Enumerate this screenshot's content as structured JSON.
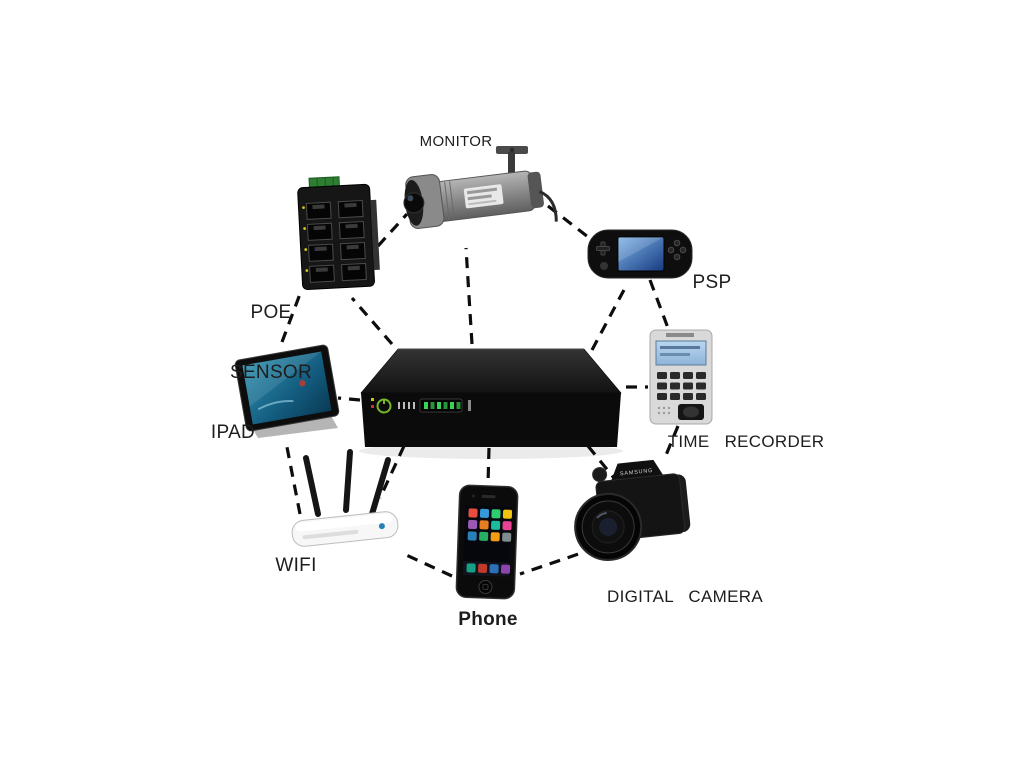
{
  "page": {
    "background": "#ffffff",
    "description": "Network diagram: central mini NVR/router box connected by dashed lines to surrounding devices"
  },
  "labels": {
    "monitor": "MONITOR",
    "poe_line1": "POE",
    "poe_line2": "SENSOR",
    "psp": "PSP",
    "time_recorder": "TIME   RECORDER",
    "ipad": "IPAD",
    "wifi": "WIFI",
    "phone": "Phone",
    "digital_camera": "DIGITAL   CAMERA"
  },
  "devices": {
    "center": "mini NVR / power router box",
    "camera_brand": "SAMSUNG",
    "nodes": [
      "POE SENSOR",
      "MONITOR",
      "PSP",
      "TIME RECORDER",
      "DIGITAL CAMERA",
      "Phone",
      "WIFI",
      "IPAD"
    ]
  },
  "style": {
    "connector_color": "#0d0d0d",
    "label_color": "#1d1d1d",
    "led_green": "#39d353",
    "power_ring_green": "#76b82a"
  }
}
